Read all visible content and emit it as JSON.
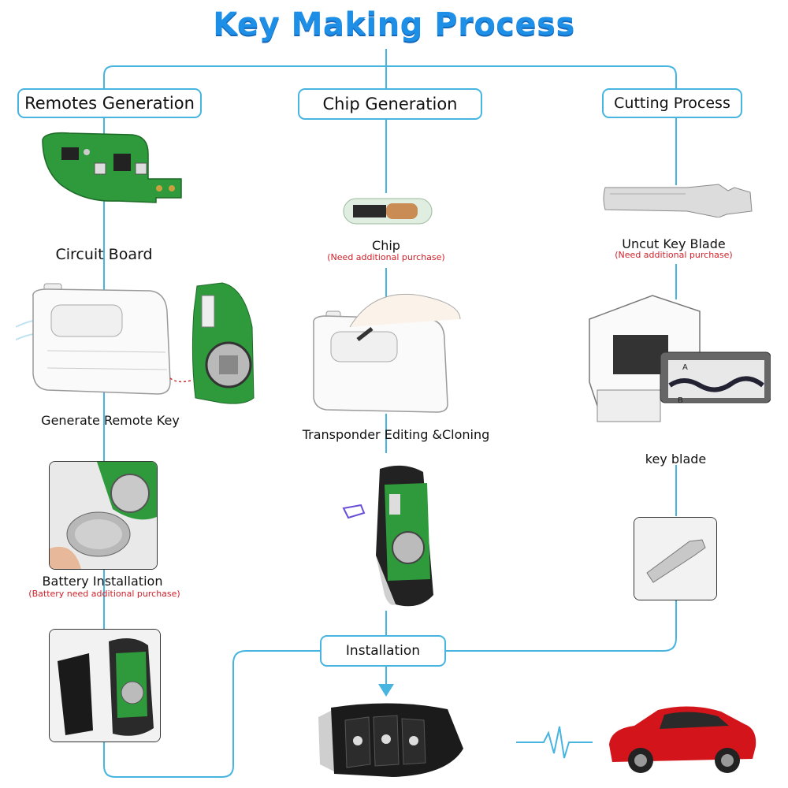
{
  "title": "Key Making Process",
  "columns": {
    "remotes": {
      "header": "Remotes Generation",
      "circuit_board": "Circuit Board",
      "generate_remote_key": "Generate Remote Key",
      "battery_installation": "Battery Installation",
      "battery_note": "(Battery need additional purchase)"
    },
    "chip": {
      "header": "Chip Generation",
      "chip": "Chip",
      "chip_note": "(Need additional purchase)",
      "transponder": "Transponder Editing &Cloning"
    },
    "cutting": {
      "header": "Cutting Process",
      "uncut_blade": "Uncut Key  Blade",
      "uncut_note": "(Need additional purchase)",
      "key_blade": "key blade",
      "graph_label_a": "A",
      "graph_label_b": "B"
    }
  },
  "installation": "Installation",
  "colors": {
    "title": "#1e8fe6",
    "connector": "#47b5e0",
    "note": "#d0202a",
    "pcb": "#2e9a3c",
    "car": "#d3141b"
  }
}
